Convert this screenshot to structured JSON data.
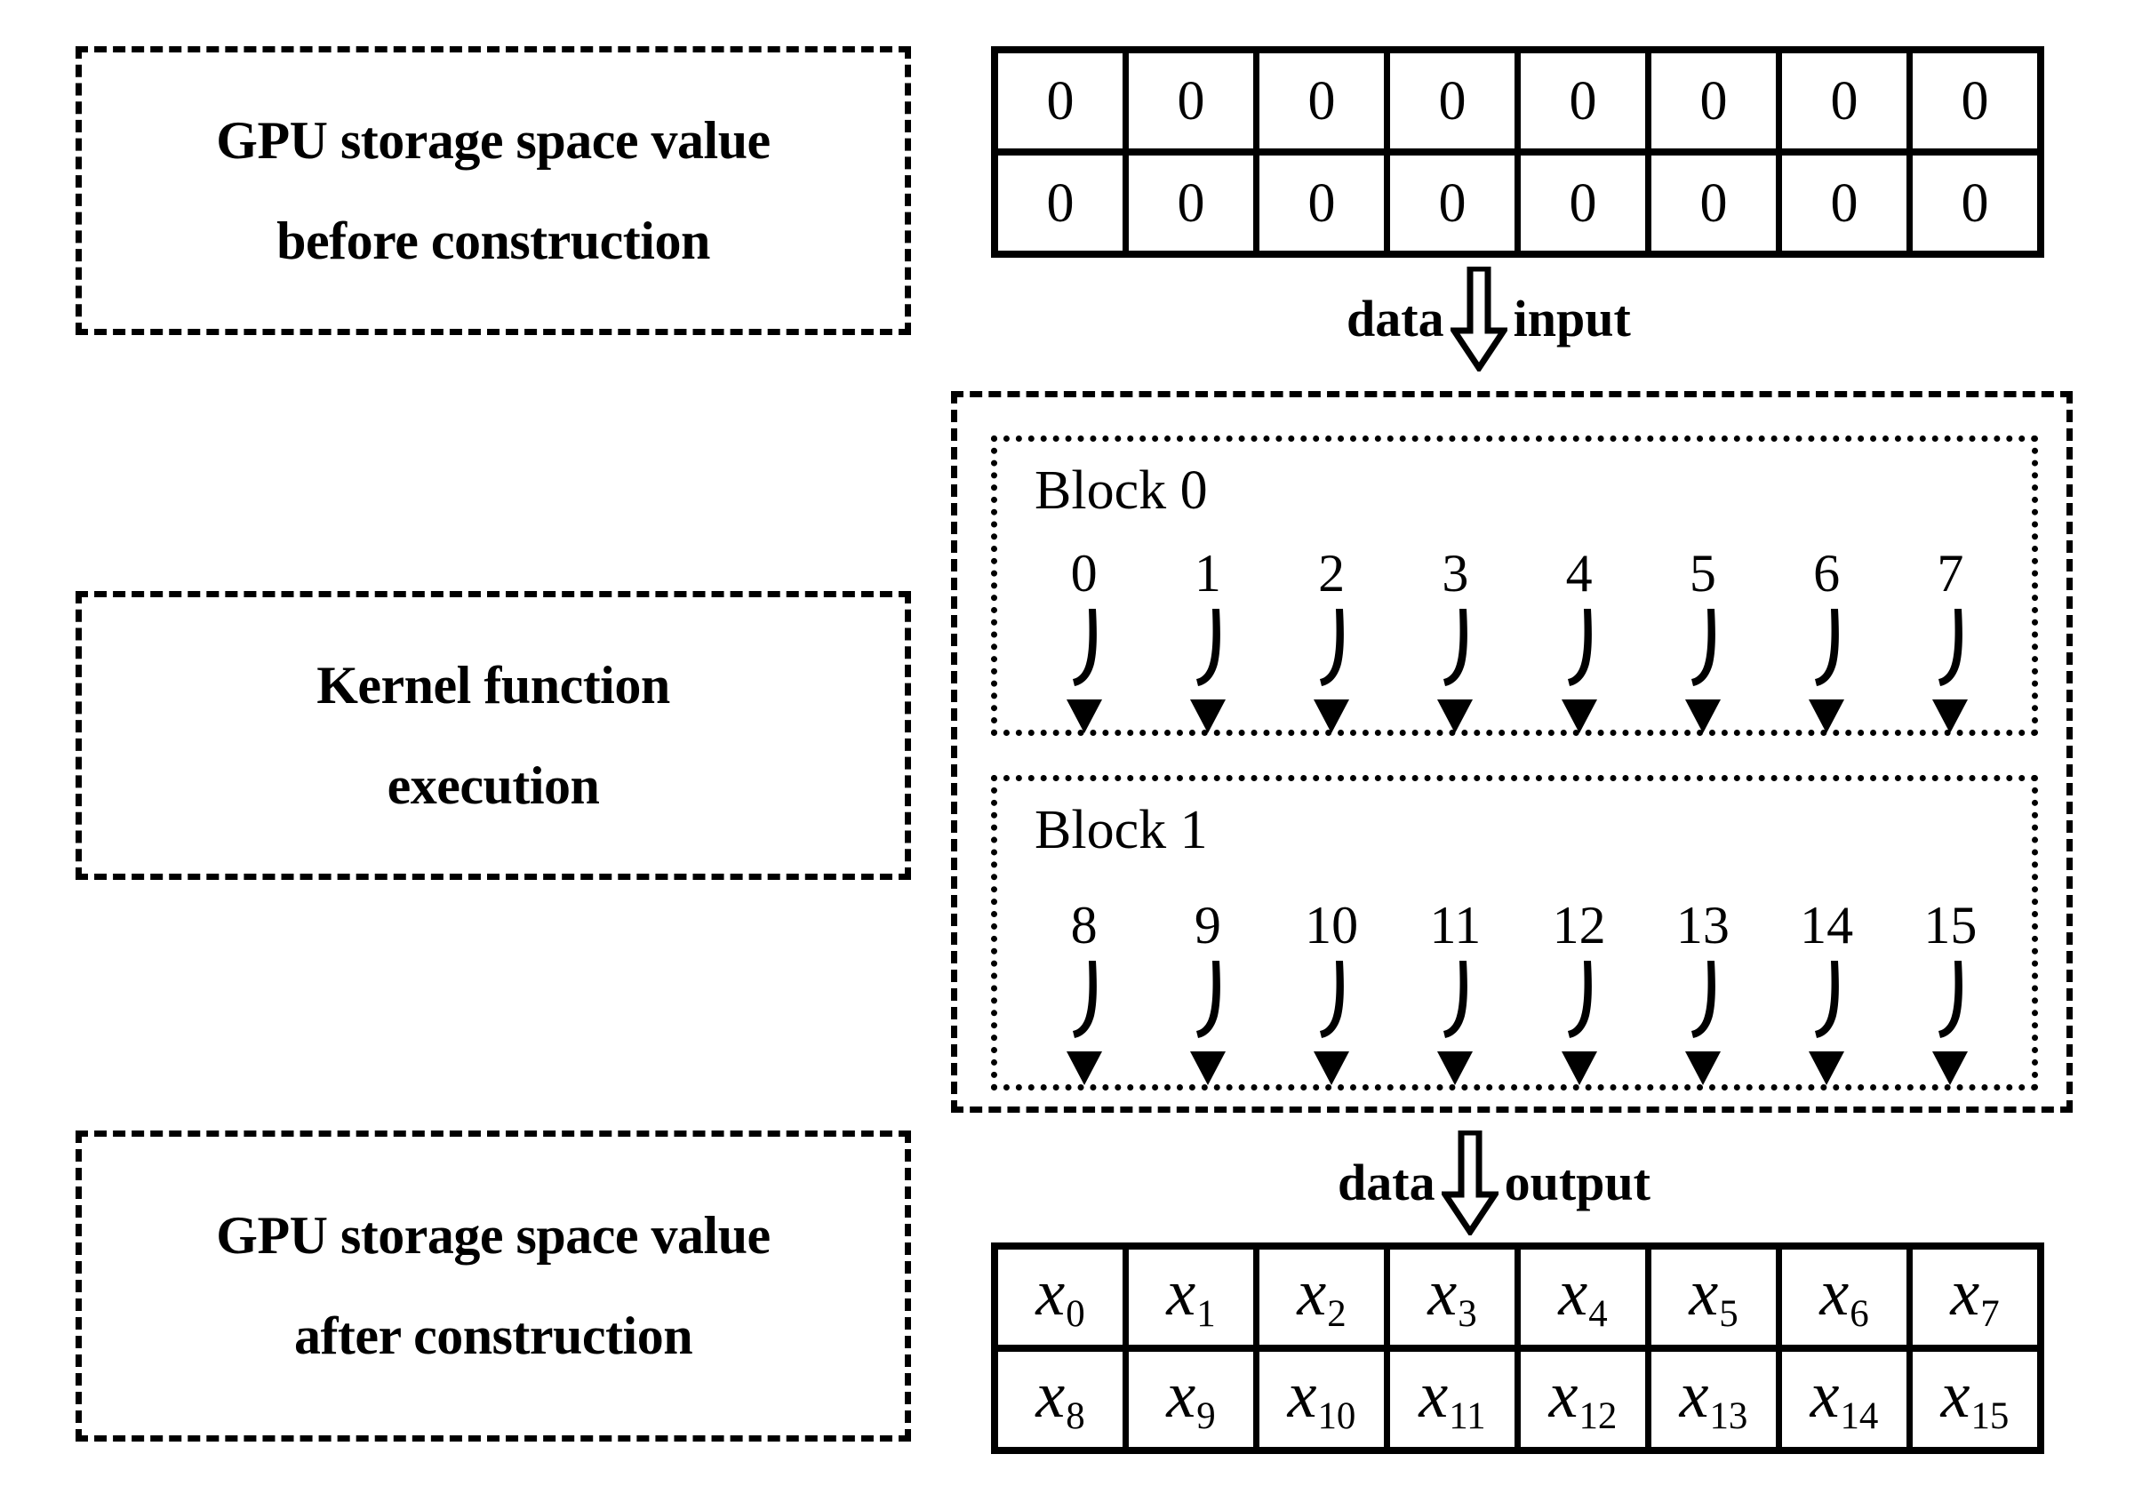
{
  "labels": {
    "before": {
      "line1": "GPU storage space value",
      "line2": "before construction"
    },
    "kernel": {
      "line1": "Kernel function",
      "line2": "execution"
    },
    "after": {
      "line1": "GPU storage space value",
      "line2": "after construction"
    }
  },
  "flows": {
    "input": {
      "left_word": "data",
      "right_word": "input",
      "icon": "down-block-arrow-icon"
    },
    "output": {
      "left_word": "data",
      "right_word": "output",
      "icon": "down-block-arrow-icon"
    }
  },
  "memory_before": {
    "rows": [
      [
        "0",
        "0",
        "0",
        "0",
        "0",
        "0",
        "0",
        "0"
      ],
      [
        "0",
        "0",
        "0",
        "0",
        "0",
        "0",
        "0",
        "0"
      ]
    ]
  },
  "memory_after": {
    "symbol": "x",
    "rows": [
      [
        "0",
        "1",
        "2",
        "3",
        "4",
        "5",
        "6",
        "7"
      ],
      [
        "8",
        "9",
        "10",
        "11",
        "12",
        "13",
        "14",
        "15"
      ]
    ]
  },
  "blocks": [
    {
      "title": "Block 0",
      "threads": [
        "0",
        "1",
        "2",
        "3",
        "4",
        "5",
        "6",
        "7"
      ]
    },
    {
      "title": "Block 1",
      "threads": [
        "8",
        "9",
        "10",
        "11",
        "12",
        "13",
        "14",
        "15"
      ]
    }
  ],
  "colors": {
    "stroke": "#000000",
    "background": "#ffffff"
  }
}
